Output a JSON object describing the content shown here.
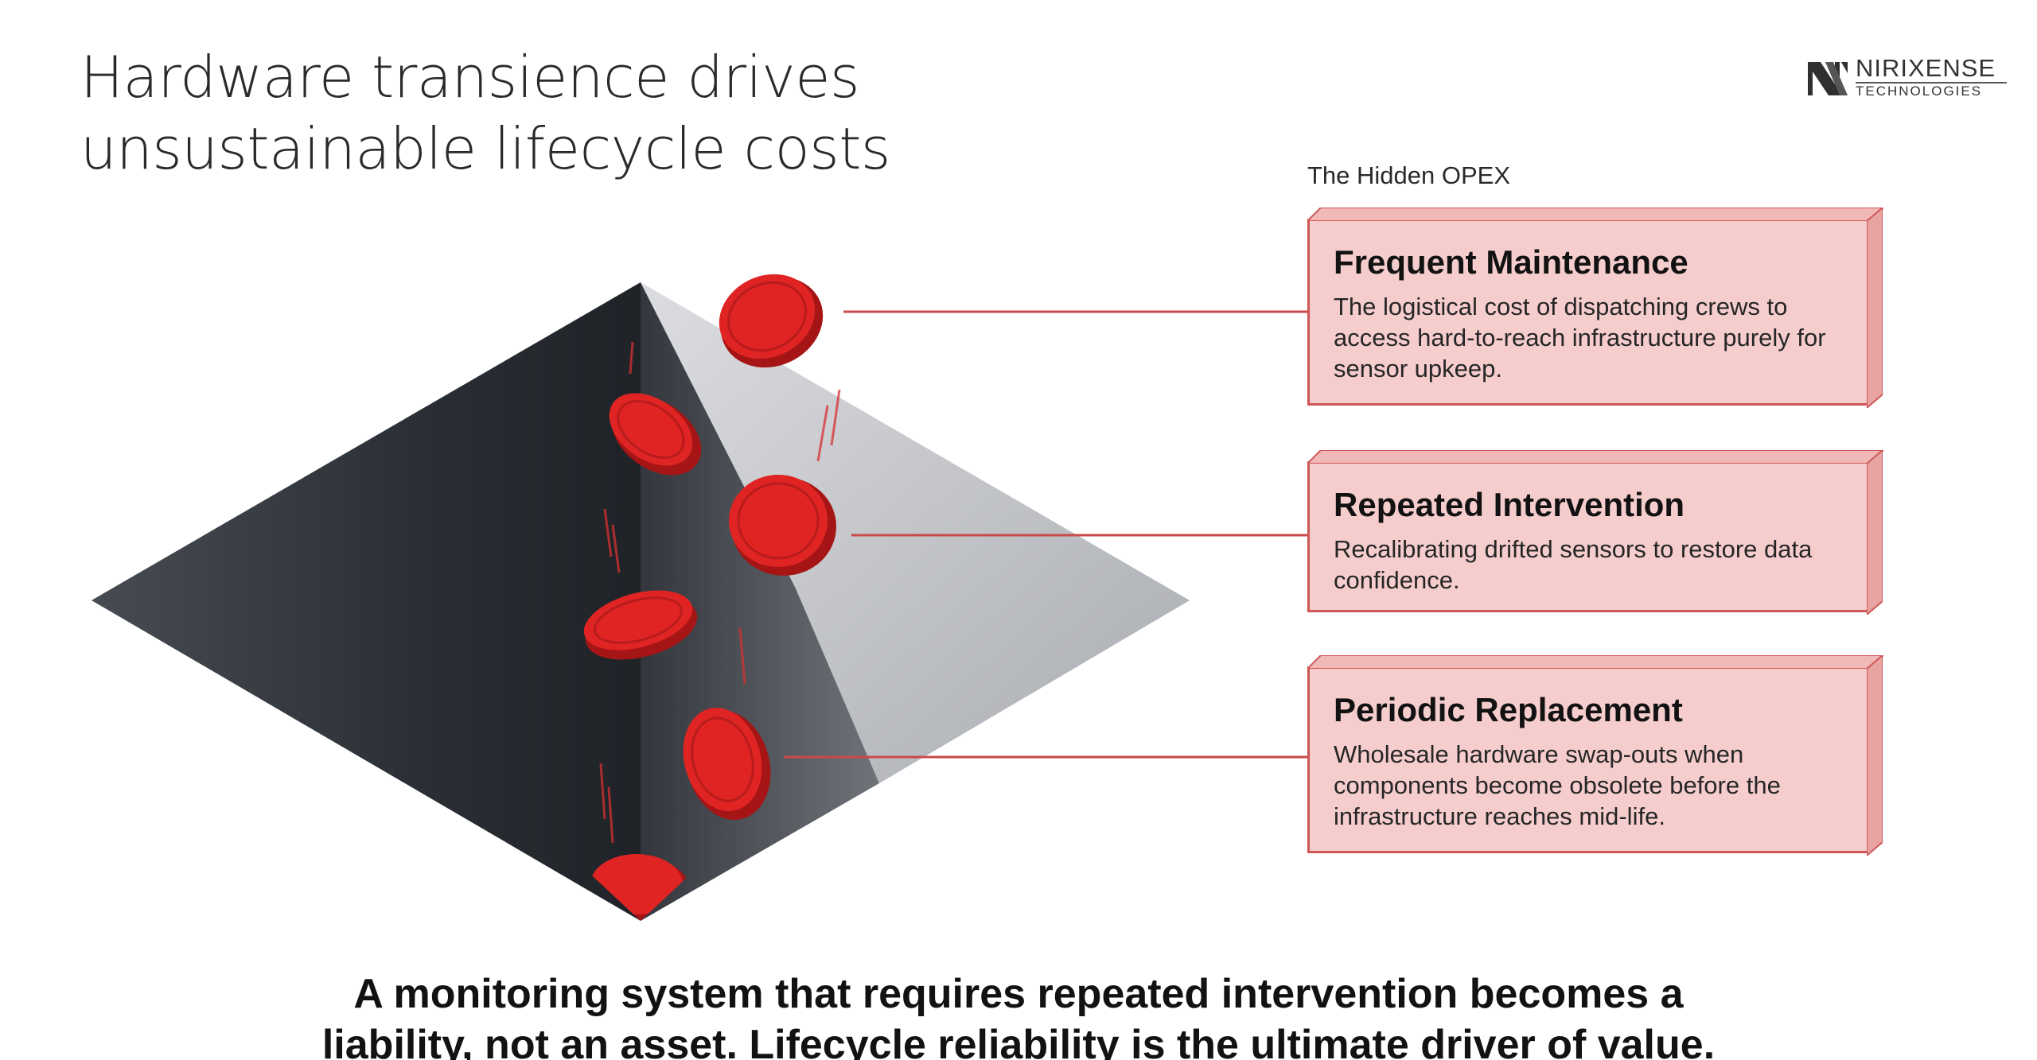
{
  "title": {
    "line1": "Hardware transience drives",
    "line2": "unsustainable lifecycle costs"
  },
  "logo": {
    "name": "NIRIXENSE",
    "subtitle": "TECHNOLOGIES",
    "icon": "nx-monogram-icon"
  },
  "opex": {
    "label": "The Hidden OPEX",
    "items": [
      {
        "title": "Frequent Maintenance",
        "description": "The logistical cost of dispatching crews to access hard-to-reach infrastructure purely for sensor upkeep."
      },
      {
        "title": "Repeated Intervention",
        "description": "Recalibrating drifted sensors to restore data confidence."
      },
      {
        "title": "Periodic Replacement",
        "description": "Wholesale hardware swap-outs when components become obsolete before the infrastructure reaches mid-life."
      }
    ]
  },
  "conclusion": {
    "line1": "A monitoring system that requires repeated intervention becomes a",
    "line2": "liability, not an asset. Lifecycle reliability is the ultimate driver of value."
  },
  "colors": {
    "coin": "#e02424",
    "coin_dark": "#a51515",
    "card_fill": "#f6cdcd",
    "card_border": "#cf5656",
    "leader_line": "#c94a4a",
    "pyramid_dark": "#2d3238",
    "pyramid_light": "#c9cbce"
  }
}
